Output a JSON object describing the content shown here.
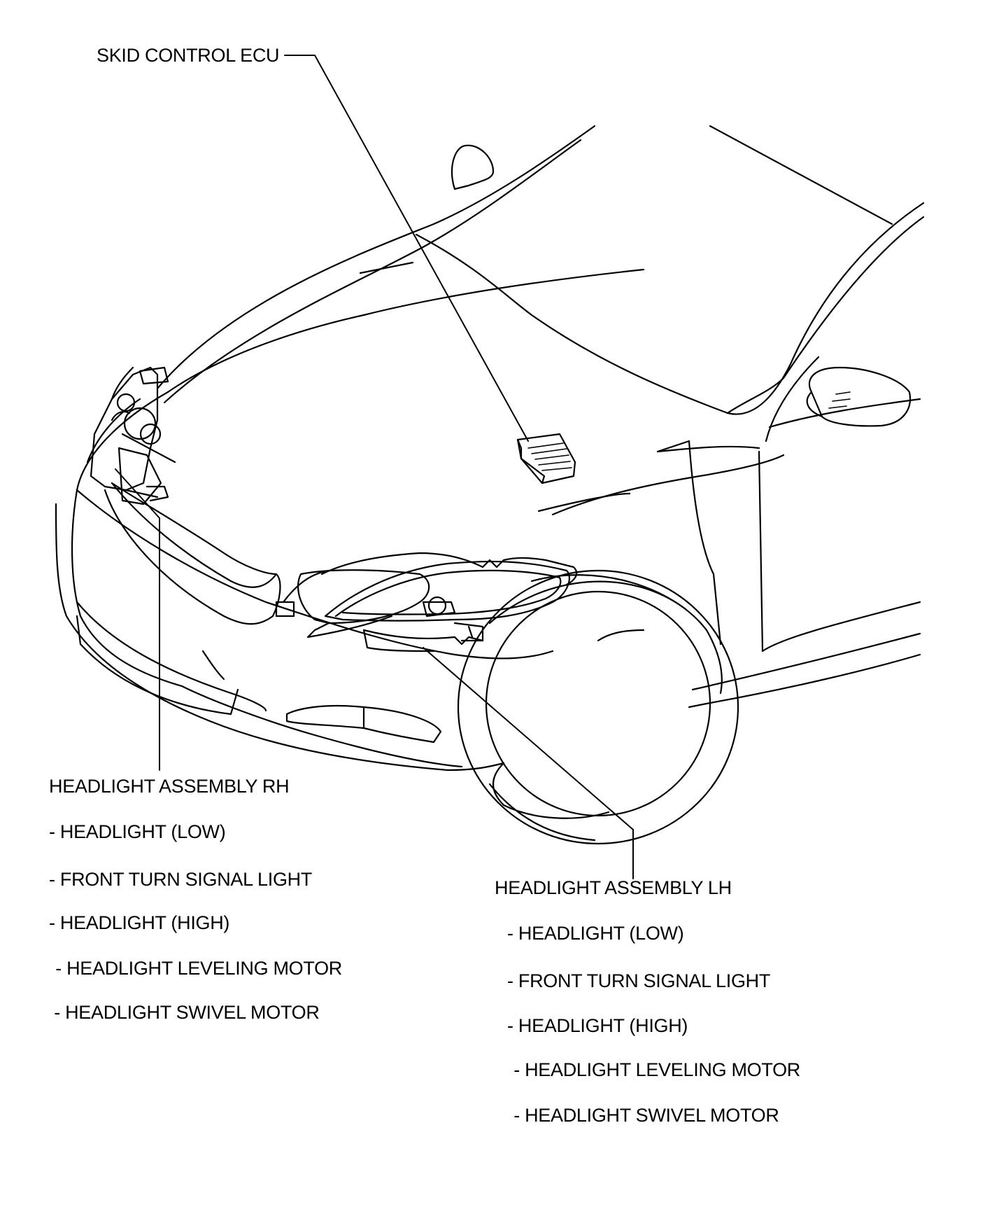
{
  "labels": {
    "skid_control_ecu": "SKID CONTROL ECU",
    "rh": {
      "title": "HEADLIGHT ASSEMBLY RH",
      "items": [
        "- HEADLIGHT (LOW)",
        "- FRONT TURN SIGNAL LIGHT",
        "- HEADLIGHT (HIGH)",
        " - HEADLIGHT LEVELING MOTOR",
        " - HEADLIGHT SWIVEL MOTOR"
      ]
    },
    "lh": {
      "title": "HEADLIGHT ASSEMBLY LH",
      "items": [
        "- HEADLIGHT (LOW)",
        "- FRONT TURN SIGNAL LIGHT",
        "- HEADLIGHT (HIGH)",
        " - HEADLIGHT LEVELING MOTOR",
        " - HEADLIGHT SWIVEL MOTOR"
      ]
    }
  },
  "colors": {
    "line": "#000000",
    "background": "#ffffff"
  }
}
